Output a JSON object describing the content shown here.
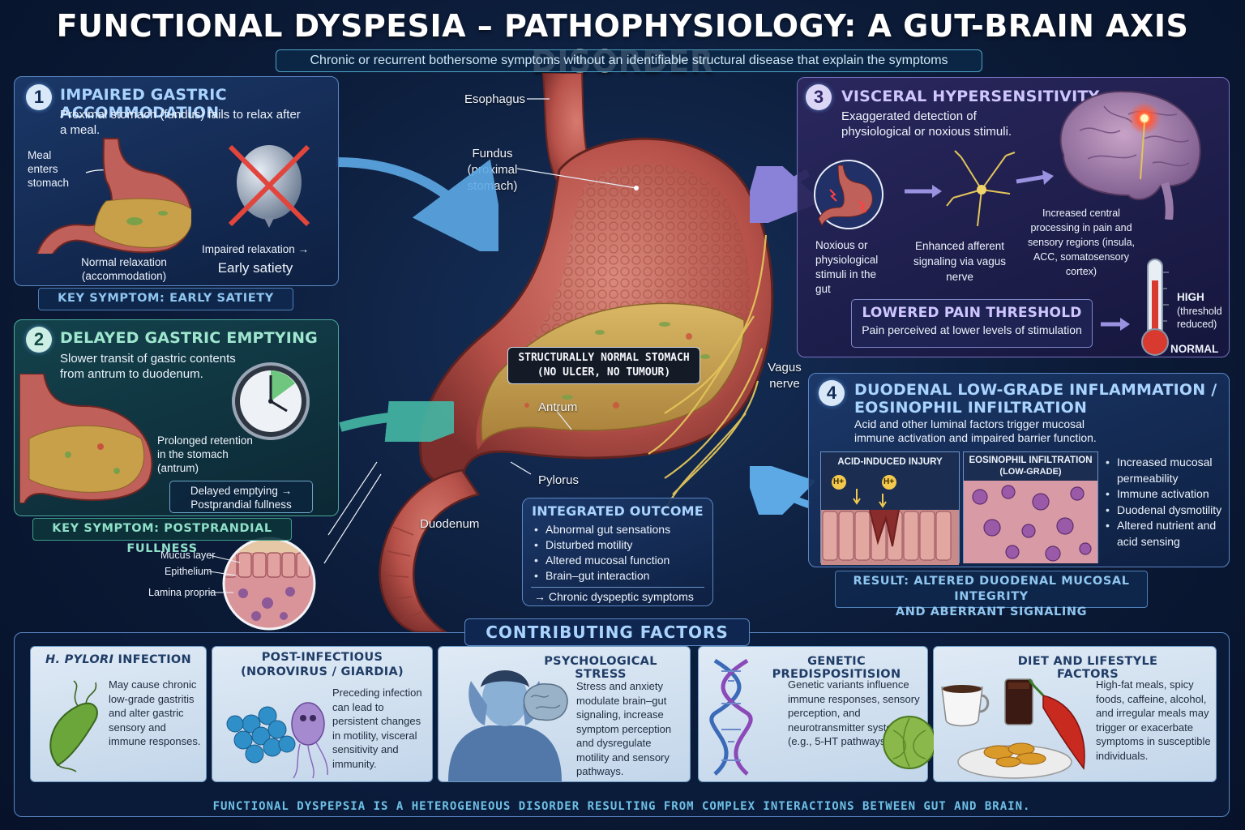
{
  "title": "FUNCTIONAL DYSPESIA – PATHOPHYSIOLOGY: A GUT-BRAIN AXIS DISORDER",
  "subtitle": "Chronic or recurrent bothersome symptoms without an identifiable structural disease that explain the symptoms",
  "colors": {
    "accent": "#a9d4ff",
    "green": "#9fe6cf",
    "purple": "#cfc6ff",
    "stomach": "#c8625a",
    "food": "#c9a04a",
    "nerve": "#e2c45a"
  },
  "panel1": {
    "number": "1",
    "title": "IMPAIRED GASTRIC ACCOMMODATION",
    "text": "Proximal stomach (fundus) fails to relax after a meal.",
    "meal_label": "Meal enters stomach",
    "normal_label": "Normal relaxation (accommodation)",
    "impaired_label": "Impaired relaxation →",
    "impaired_result": "Early satiety",
    "key_symptom": "KEY SYMPTOM: EARLY SATIETY",
    "icon": "deflated-balloon-crossed-icon"
  },
  "panel2": {
    "number": "2",
    "title": "DELAYED GASTRIC EMPTYING",
    "text": "Slower transit of gastric contents from antrum to duodenum.",
    "retention_label": "Prolonged retention in the stomach (antrum)",
    "box_text": "Delayed emptying → Postprandial fullness",
    "key_symptom": "KEY SYMPTOM: POSTPRANDIAL FULLNESS",
    "icon": "clock-icon"
  },
  "panel3": {
    "number": "3",
    "title": "VISCERAL HYPERSENSITIVITY",
    "text": "Exaggerated detection of physiological or noxious stimuli.",
    "stimuli_label": "Noxious or physiological stimuli in the gut",
    "afferent_label": "Enhanced afferent signaling via vagus nerve",
    "central_label": "Increased central processing in pain and sensory regions (insula, ACC, somatosensory cortex)",
    "threshold_title": "LOWERED PAIN THRESHOLD",
    "threshold_text": "Pain perceived at lower levels of stimulation",
    "high_label": "HIGH",
    "high_sub": "(threshold reduced)",
    "normal_label": "NORMAL",
    "icons": [
      "stomach-icon",
      "neuron-icon",
      "brain-icon",
      "thermometer-icon"
    ]
  },
  "panel4": {
    "number": "4",
    "title_line1": "DUODENAL LOW-GRADE INFLAMMATION /",
    "title_line2": "EOSINOPHIL INFILTRATION",
    "text": "Acid and other luminal factors trigger mucosal immune activation and impaired barrier function.",
    "acid_title": "ACID-INDUCED INJURY",
    "h_label": "H+",
    "eos_title": "EOSINOPHIL INFILTRATION",
    "eos_sub": "(LOW-GRADE)",
    "bullets": [
      "Increased mucosal permeability",
      "Immune activation",
      "Duodenal dysmotility",
      "Altered nutrient and acid sensing"
    ],
    "result_line1": "RESULT: ALTERED DUODENAL MUCOSAL INTEGRITY",
    "result_line2": "AND ABERRANT SIGNALING"
  },
  "stomach": {
    "esophagus": "Esophagus",
    "fundus": "Fundus (proximal stomach)",
    "callout_line1": "STRUCTURALLY NORMAL STOMACH",
    "callout_line2": "(NO ULCER, NO TUMOUR)",
    "antrum": "Antrum",
    "pylorus": "Pylorus",
    "duodenum": "Duodenum",
    "vagus": "Vagus nerve",
    "mucus": "Mucus layer",
    "epithelium": "Epithelium",
    "lamina": "Lamina propria"
  },
  "outcome": {
    "title": "INTEGRATED OUTCOME",
    "items": [
      "Abnormal gut sensations",
      "Disturbed motility",
      "Altered mucosal function",
      "Brain–gut interaction"
    ],
    "result": "→ Chronic dyspeptic symptoms"
  },
  "factors": {
    "heading": "CONTRIBUTING FACTORS",
    "items": [
      {
        "title_italic": "H. PYLORI",
        "title": " INFECTION",
        "text": "May cause chronic low-grade gastritis and alter gastric sensory and immune responses.",
        "icon": "bacterium-icon"
      },
      {
        "title_line1": "POST-INFECTIOUS",
        "title_line2": "(NOROVIRUS / GIARDIA)",
        "text": "Preceding infection can lead to persistent changes in motility, visceral sensitivity and immunity.",
        "icon": "virus-icon"
      },
      {
        "title": "PSYCHOLOGICAL STRESS",
        "text": "Stress and anxiety modulate brain–gut signaling, increase symptom perception and dysregulate motility and sensory pathways.",
        "icon": "stressed-person-icon"
      },
      {
        "title": "GENETIC PREDISPOSITISION",
        "text": "Genetic variants influence immune responses, sensory perception, and neurotransmitter systems (e.g., 5-HT pathways).",
        "icon": "dna-icon"
      },
      {
        "title": "DIET AND LIFESTYLE FACTORS",
        "text": "High-fat meals, spicy foods, caffeine, alcohol, and irregular meals may trigger or exacerbate symptoms in susceptible individuals.",
        "icon": "food-icon"
      }
    ],
    "footer": "FUNCTIONAL DYSPEPSIA IS A HETEROGENEOUS DISORDER RESULTING FROM COMPLEX INTERACTIONS BETWEEN GUT AND BRAIN."
  }
}
